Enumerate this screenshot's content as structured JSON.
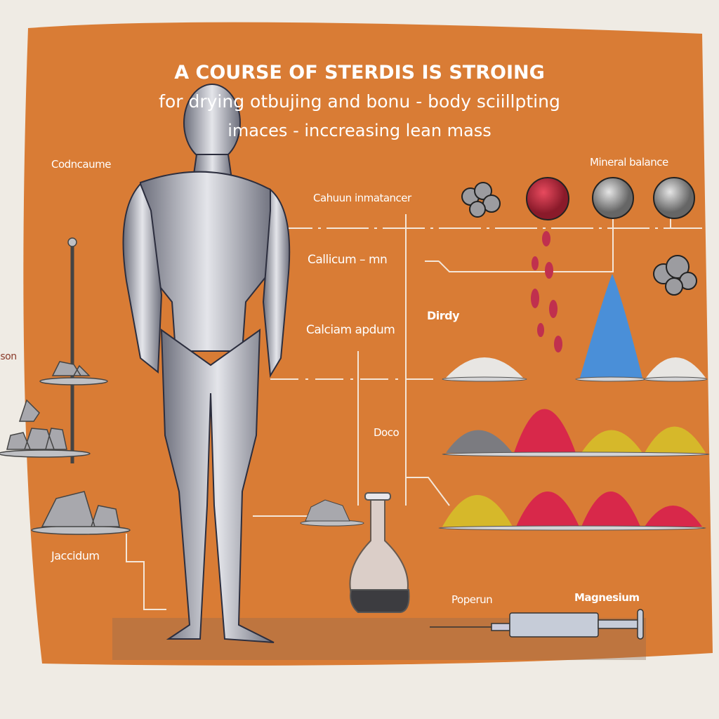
{
  "title": {
    "line1": "A COURSE OF STERDIS IS STROING",
    "line2": "for drying otbujing and bonu - body sciillpting",
    "line3": "imaces - inccreasing lean mass"
  },
  "labels": {
    "codncaume": "Codncaume",
    "cahuun": "Cahuun inmatancer",
    "mineral_balance": "Mineral balance",
    "callicum": "Callicum – mn",
    "calciam": "Calciam apdum",
    "dirdy": "Dirdy",
    "ison": "ison",
    "doco": "Doco",
    "jaccidum": "Jaccidum",
    "poperun": "Poperun",
    "magnesium": "Magnesium"
  },
  "colors": {
    "background": "#efebe4",
    "panel": "#d97c35",
    "figure": "#c9cbd2",
    "red_powder": "#d8284a",
    "yellow_powder": "#d6b82a",
    "white_powder": "#e8e6e3",
    "grey_powder": "#7b7b80",
    "blue_powder": "#4a8fd8"
  }
}
